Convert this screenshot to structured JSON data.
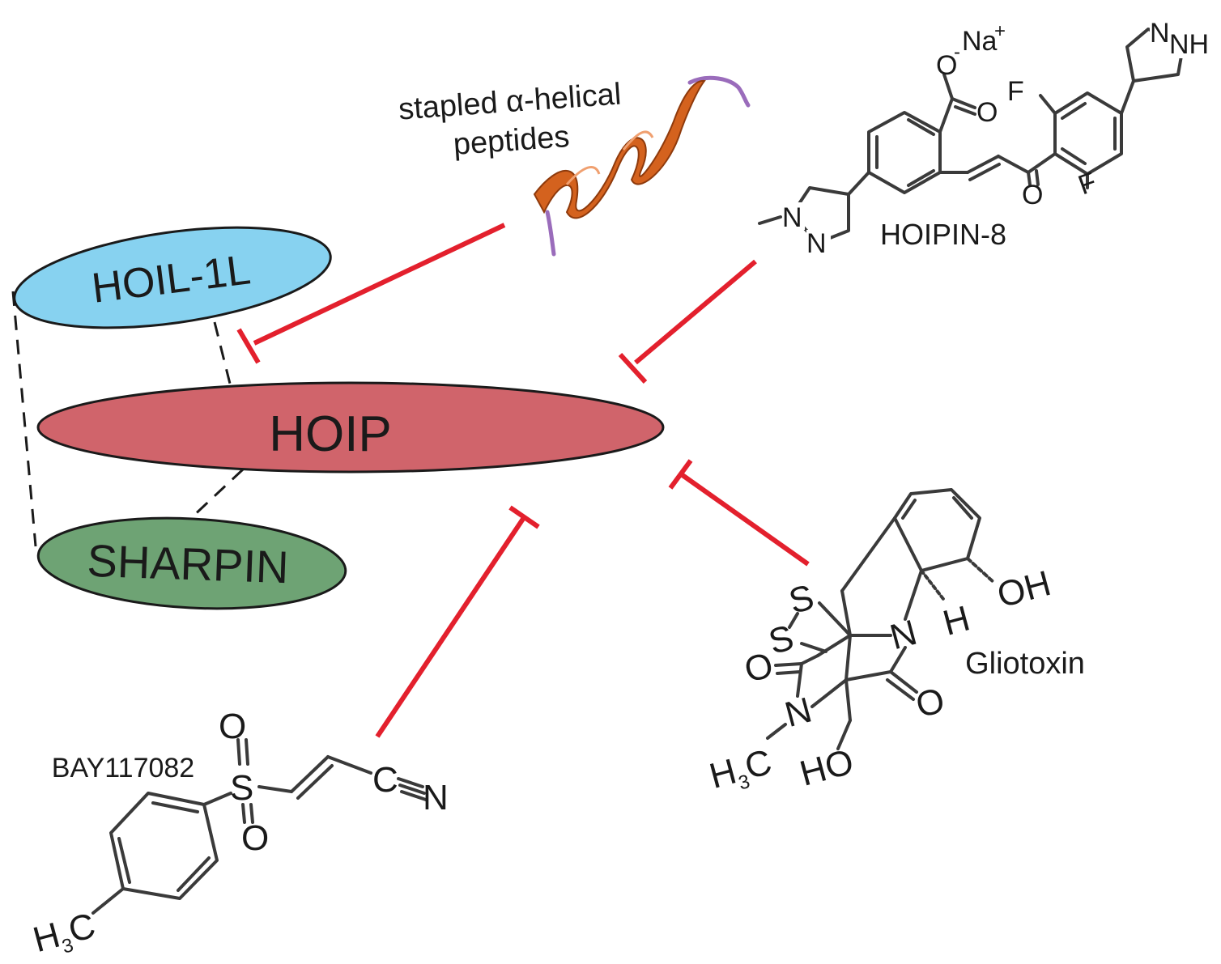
{
  "proteins": {
    "hoil": {
      "label": "HOIL-1L",
      "color": "#87d2f0"
    },
    "hoip": {
      "label": "HOIP",
      "color": "#d0646b"
    },
    "sharpin": {
      "label": "SHARPIN",
      "color": "#6ea374"
    }
  },
  "inhibitors": {
    "peptide": {
      "label_line1": "stapled α-helical",
      "label_line2": "peptides",
      "helix_color": "#d4621e",
      "tail_color": "#9a6cbb"
    },
    "hoipin": {
      "label": "HOIPIN-8"
    },
    "gliotoxin": {
      "label": "Gliotoxin"
    },
    "bay": {
      "label": "BAY117082"
    }
  },
  "atoms": {
    "O": "O",
    "N": "N",
    "NH": "NH",
    "F": "F",
    "S": "S",
    "H": "H",
    "C": "C",
    "OH": "OH",
    "HO": "HO",
    "Na": "Na",
    "plus": "+",
    "minus": "-",
    "H3C_H": "H",
    "H3C_3": "3",
    "H3C_C": "C"
  },
  "colors": {
    "inhibition_line": "#e3202d",
    "outline": "#1a1a1a"
  }
}
